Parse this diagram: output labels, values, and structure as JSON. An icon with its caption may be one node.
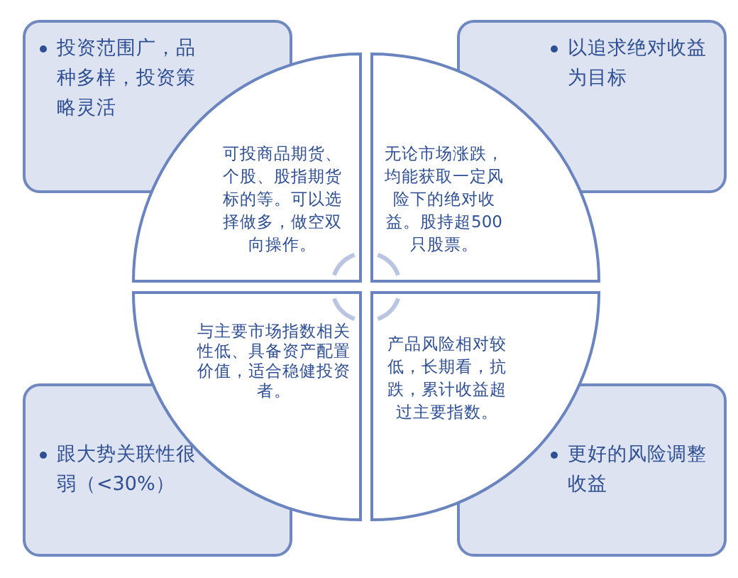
{
  "diagram": {
    "nodes": [
      {
        "text": [
          "投资范围广，品种多样，投资策略灵活"
        ]
      },
      {
        "text": [
          "以追求绝对收益为目标"
        ]
      },
      {
        "text": [
          "可投商品期货、个股、股指期货标的等。可以选择做多，做空双向操作。"
        ]
      },
      {
        "text": [
          "无论市场涨跌，均能获取一定风险下的绝对收益。股持超500只股票。"
        ]
      },
      {
        "text": [
          "与主要市场指数相关性低、具备资产配置价值，适合稳健投资者。"
        ]
      },
      {
        "text": [
          "产品风险相对较低，长期看，抗跌，累计收益超过主要指数。"
        ]
      },
      {
        "text": [
          "跟大势关联性很弱（<30%）"
        ]
      },
      {
        "text": [
          "更好的风险调整收益"
        ]
      }
    ]
  }
}
